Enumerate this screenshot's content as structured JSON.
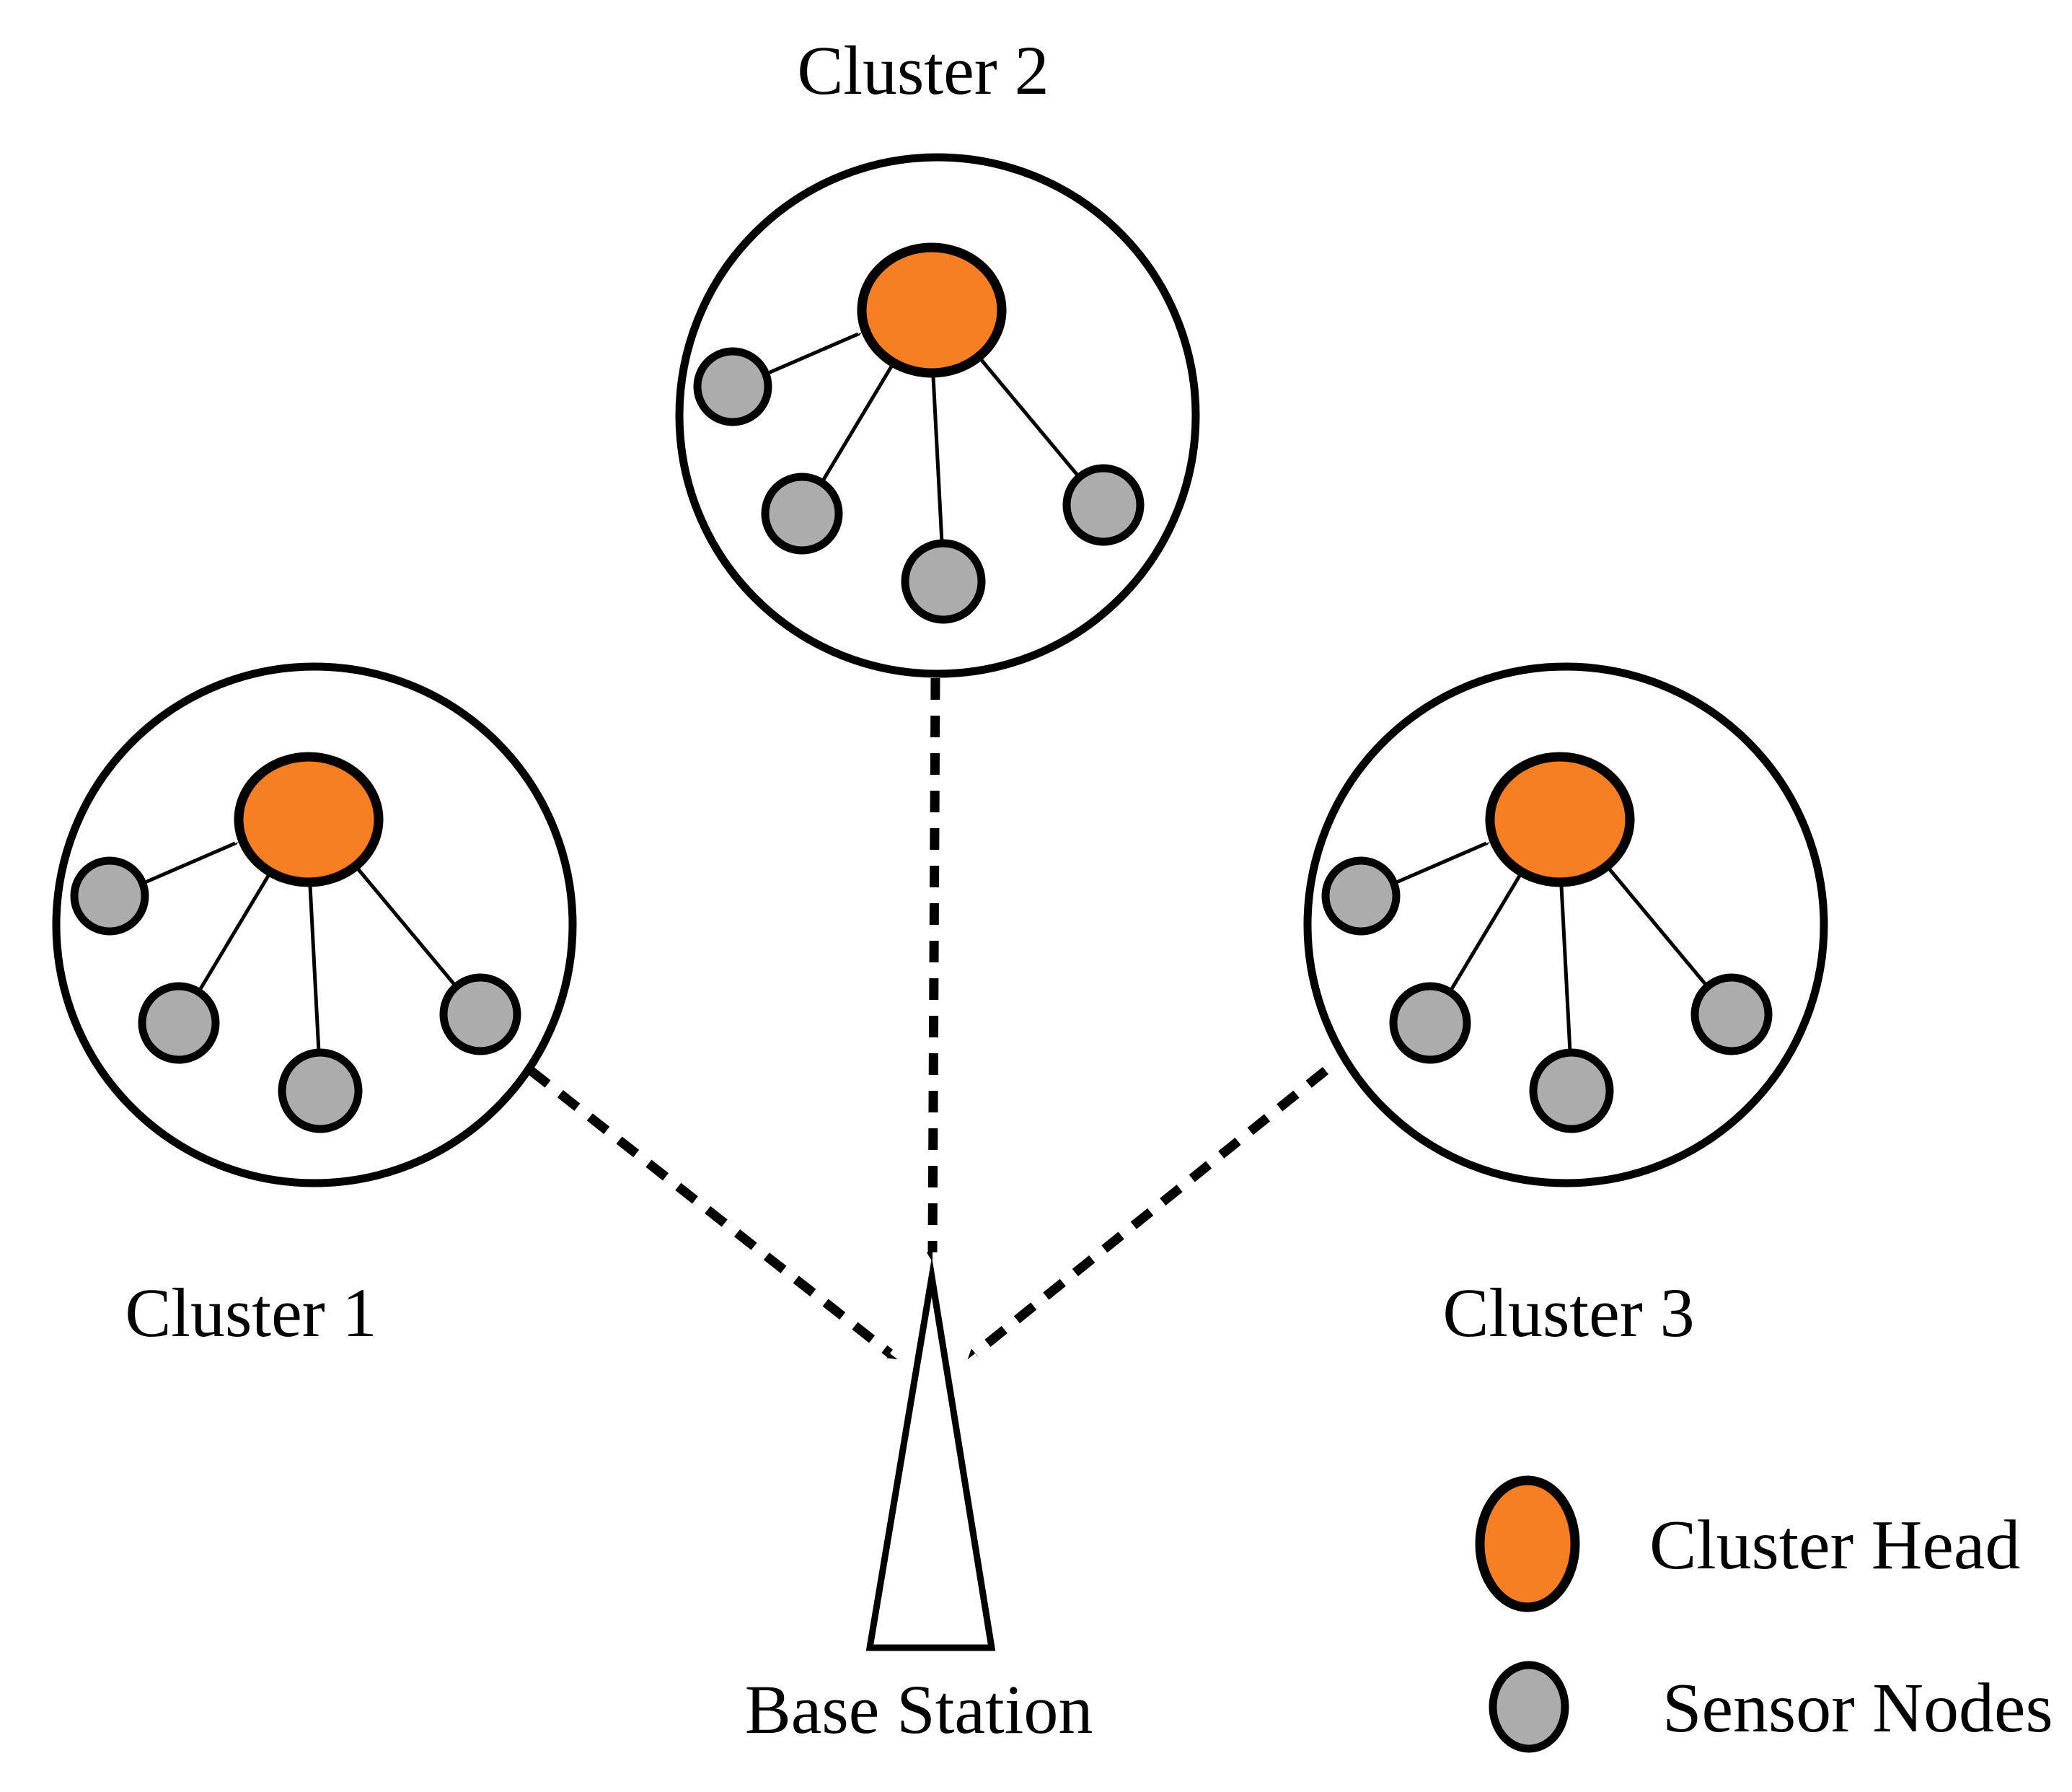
{
  "clusters": [
    {
      "label": "Cluster 1",
      "sensor_nodes": 4,
      "cluster_heads": 1
    },
    {
      "label": "Cluster 2",
      "sensor_nodes": 4,
      "cluster_heads": 1
    },
    {
      "label": "Cluster 3",
      "sensor_nodes": 4,
      "cluster_heads": 1
    }
  ],
  "base_station": {
    "label": "Base Station"
  },
  "legend": {
    "items": [
      {
        "icon": "cluster-head-icon",
        "label": "Cluster Head",
        "color": "#F87E23"
      },
      {
        "icon": "sensor-node-icon",
        "label": "Sensor Nodes",
        "color": "#ACACAC"
      }
    ]
  },
  "connections": {
    "sensor_to_head": {
      "style": "solid-arrow",
      "per_cluster": 4
    },
    "cluster_to_base": [
      {
        "from": "Cluster 1",
        "to": "Base Station",
        "style": "dashed-arrow"
      },
      {
        "from": "Cluster 2",
        "to": "Base Station",
        "style": "dashed-arrow"
      },
      {
        "from": "Cluster 3",
        "to": "Base Station",
        "style": "dashed-arrow"
      }
    ]
  },
  "colors": {
    "cluster_head": "#F87E23",
    "sensor_node": "#ACACAC",
    "outline": "#000000",
    "background": "#FFFFFF"
  }
}
